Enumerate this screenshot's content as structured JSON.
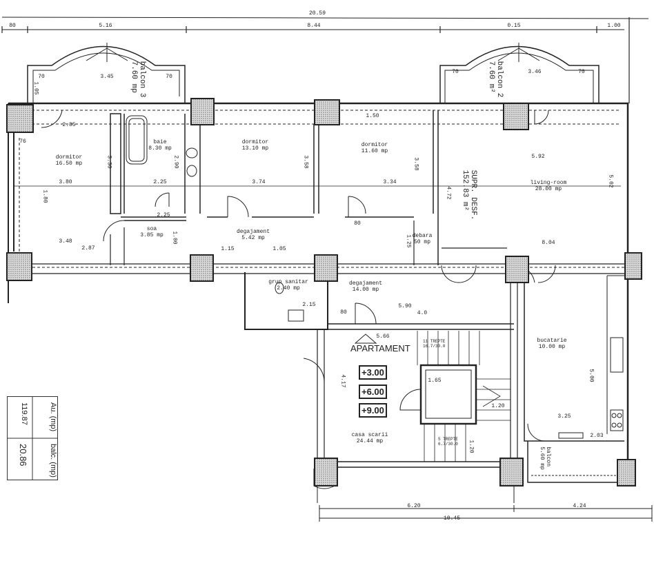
{
  "overall_dimensions": {
    "total": "20.59",
    "segments": [
      "80",
      "5.16",
      "8.44",
      "0.15",
      "1.00"
    ]
  },
  "balconies": [
    {
      "name": "balcon 3",
      "area": "7.60 mp"
    },
    {
      "name": "balcon 2",
      "area": "7.60 m²"
    },
    {
      "name": "balcon",
      "area": "5.60 mp"
    }
  ],
  "rooms": [
    {
      "name": "dormitor",
      "area": "16.50 mp"
    },
    {
      "name": "baie",
      "area": "8.30 mp"
    },
    {
      "name": "dormitor",
      "area": "13.10 mp"
    },
    {
      "name": "dormitor",
      "area": "11.60 mp"
    },
    {
      "name": "living-room",
      "area": "28.00 mp"
    },
    {
      "name": "soa",
      "area": "3.85 mp"
    },
    {
      "name": "degajament",
      "area": "5.42 mp"
    },
    {
      "name": "debara",
      "area": "50 mp"
    },
    {
      "name": "grup sanitar",
      "area": "2.40 mp"
    },
    {
      "name": "degajament",
      "area": "14.00 mp"
    },
    {
      "name": "bucatarie",
      "area": "10.00 mp"
    },
    {
      "name": "casa scarii",
      "area": "24.44 mp"
    }
  ],
  "surface": {
    "label": "SUPR. DESF.",
    "value": "152.83 m²"
  },
  "apartment_label": "APARTAMENT",
  "levels": [
    "+3.00",
    "+6.00",
    "+9.00"
  ],
  "stairs": [
    {
      "steps": "11 TREPTE",
      "ratio": "16.7/30.0"
    },
    {
      "steps": "5 TREPTE",
      "ratio": "6.7/30.0"
    }
  ],
  "dimensions": [
    "2.85",
    "76",
    "3.30",
    "3.80",
    "1.80",
    "2.25",
    "2.90",
    "3.74",
    "3.58",
    "1.50",
    "3.34",
    "3.58",
    "4.72",
    "5.92",
    "5.02",
    "8.04",
    "2.25",
    "3.48",
    "2.87",
    "1.00",
    "1.15",
    "1.05",
    "80",
    "1.25",
    "5.90",
    "4.0",
    "5.66",
    "4.17",
    "1.65",
    "1.20",
    "1.20",
    "3.25",
    "5.00",
    "2.03",
    "6.20",
    "4.24",
    "10.45",
    "2.15",
    "80",
    "70",
    "3.45",
    "70",
    "70",
    "3.46",
    "70",
    "1.05"
  ],
  "summary_table": {
    "headers": [
      "Au. (mp)",
      "balc. (mp)"
    ],
    "values": [
      "119.87",
      "20.86"
    ]
  }
}
